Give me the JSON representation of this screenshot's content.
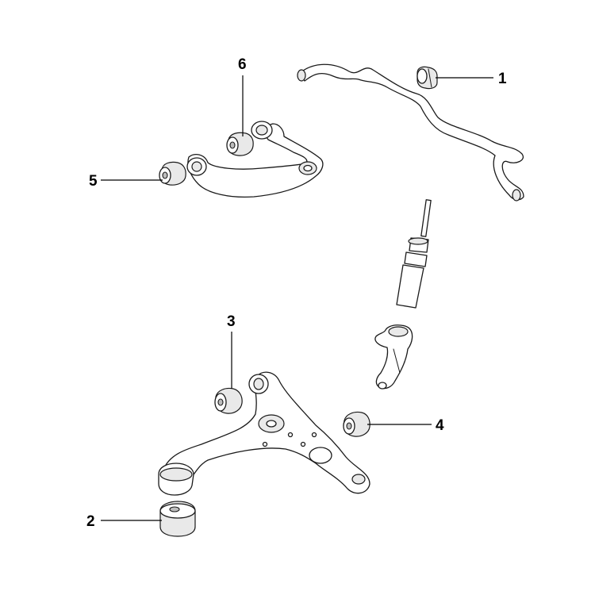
{
  "callouts": [
    {
      "id": "1",
      "label": "1",
      "part": "stabilizer-bar-bushing"
    },
    {
      "id": "2",
      "label": "2",
      "part": "lower-arm-rear-bushing"
    },
    {
      "id": "3",
      "label": "3",
      "part": "lower-arm-front-bushing"
    },
    {
      "id": "4",
      "label": "4",
      "part": "lower-arm-inner-bushing"
    },
    {
      "id": "5",
      "label": "5",
      "part": "upper-arm-rear-bushing"
    },
    {
      "id": "6",
      "label": "6",
      "part": "upper-arm-front-bushing"
    }
  ],
  "colors": {
    "line": "#1a1a1a",
    "fill": "#ffffff",
    "shade": "#e9e9e9",
    "label": "#000000"
  }
}
